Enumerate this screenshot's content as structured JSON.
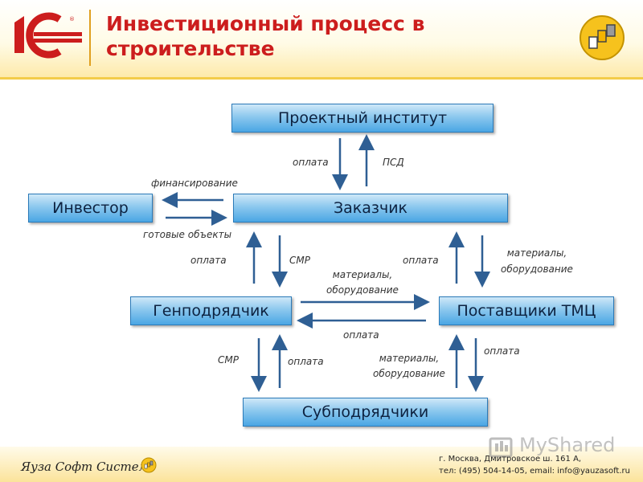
{
  "header": {
    "title": "Инвестиционный процесс в строительстве",
    "logo_text": "1С"
  },
  "nodes": {
    "project_institute": "Проектный институт",
    "investor": "Инвестор",
    "customer": "Заказчик",
    "general_contractor": "Генподрядчик",
    "suppliers": "Поставщики ТМЦ",
    "subcontractors": "Субподрядчики"
  },
  "edges": {
    "inst_oplata": "оплата",
    "inst_psd": "ПСД",
    "inv_financing": "финансирование",
    "inv_objects": "готовые объекты",
    "gen_oplata": "оплата",
    "gen_smr": "СМР",
    "sup_oplata": "оплата",
    "sup_materials": "материалы, оборудование",
    "gs_materials": "материалы, оборудование",
    "gs_oplata": "оплата",
    "sub_smr": "СМР",
    "sub_oplata": "оплата",
    "sub_materials": "материалы, оборудование",
    "sub_oplata2": "оплата"
  },
  "footer": {
    "brand": "Яуза Софт Системз",
    "address_line1": "г. Москва, Дмитровское ш. 161 А,",
    "address_line2": "тел: (495) 504-14-05, email: info@yauzasoft.ru",
    "watermark": "MyShared"
  },
  "colors": {
    "title": "#cc1d1d",
    "arrow": "#2f5f94",
    "box": "#4aa6e4"
  }
}
